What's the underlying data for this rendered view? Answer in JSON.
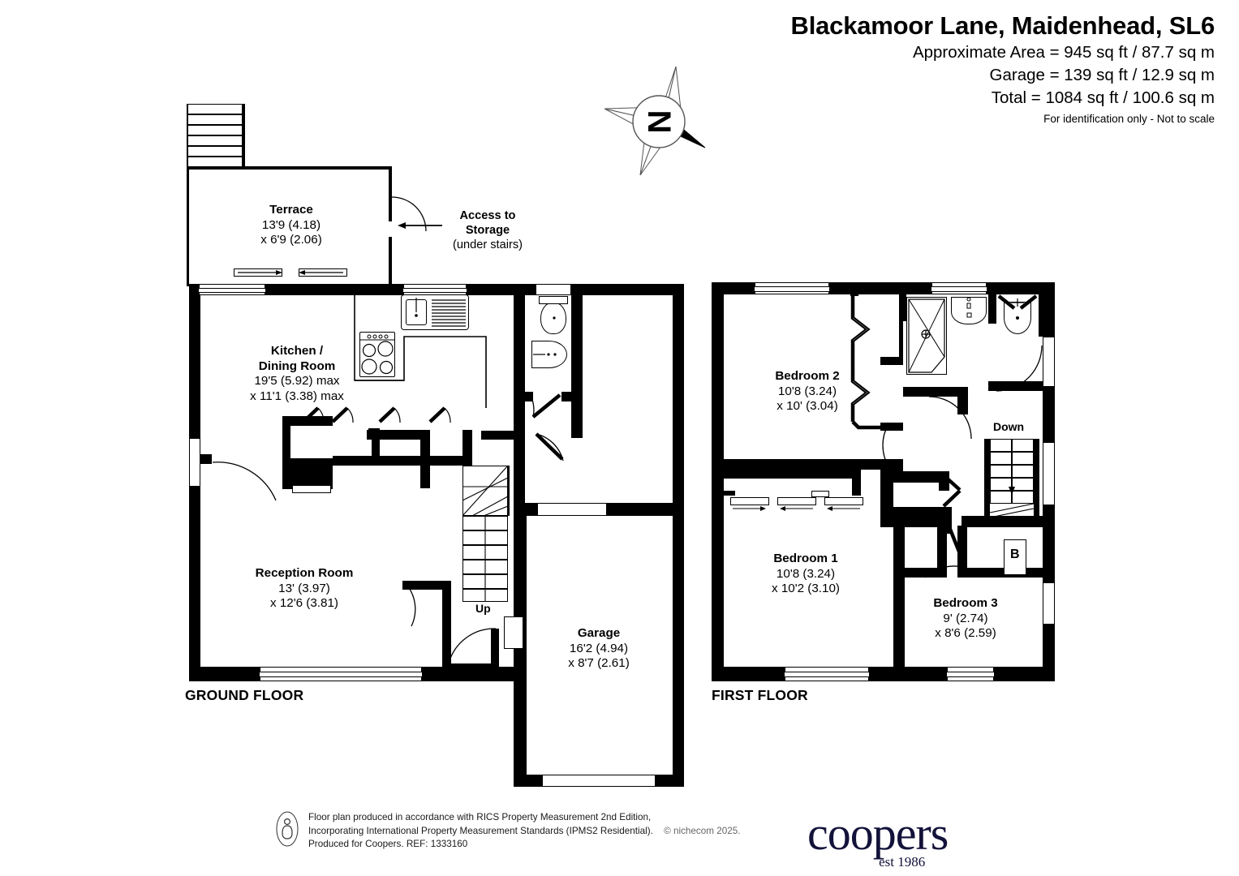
{
  "header": {
    "title": "Blackamoor Lane, Maidenhead, SL6",
    "approx_area": "Approximate Area = 945 sq ft / 87.7 sq m",
    "garage_area": "Garage = 139 sq ft / 12.9 sq m",
    "total_area": "Total = 1084 sq ft / 100.6 sq m",
    "notice": "For identification only - Not to scale"
  },
  "compass": {
    "label": "N"
  },
  "ground_floor": {
    "label": "GROUND FLOOR",
    "rooms": [
      {
        "name": "Terrace",
        "dim1": "13'9 (4.18)",
        "dim2": "x 6'9 (2.06)"
      },
      {
        "name": "Kitchen /",
        "name2": "Dining Room",
        "dim1": "19'5 (5.92) max",
        "dim2": "x 11'1 (3.38) max"
      },
      {
        "name": "Reception Room",
        "dim1": "13' (3.97)",
        "dim2": "x 12'6 (3.81)"
      },
      {
        "name": "Garage",
        "dim1": "16'2 (4.94)",
        "dim2": "x 8'7 (2.61)"
      }
    ],
    "annotations": {
      "access_line1": "Access to",
      "access_line2": "Storage",
      "access_line3": "(under stairs)",
      "stairs_up": "Up"
    }
  },
  "first_floor": {
    "label": "FIRST FLOOR",
    "rooms": [
      {
        "name": "Bedroom 2",
        "dim1": "10'8 (3.24)",
        "dim2": "x 10' (3.04)"
      },
      {
        "name": "Bedroom 1",
        "dim1": "10'8 (3.24)",
        "dim2": "x 10'2 (3.10)"
      },
      {
        "name": "Bedroom 3",
        "dim1": "9' (2.74)",
        "dim2": "x 8'6 (2.59)"
      }
    ],
    "annotations": {
      "stairs_down": "Down",
      "boiler": "B"
    }
  },
  "footer": {
    "line1": "Floor plan produced in accordance with RICS Property Measurement 2nd Edition,",
    "line2": "Incorporating International Property Measurement Standards (IPMS2 Residential).",
    "line3": "Produced for Coopers.   REF: 1333160",
    "copyright": "© nichecom 2025.",
    "logo": "coopers",
    "logo_sub": "est 1986"
  }
}
